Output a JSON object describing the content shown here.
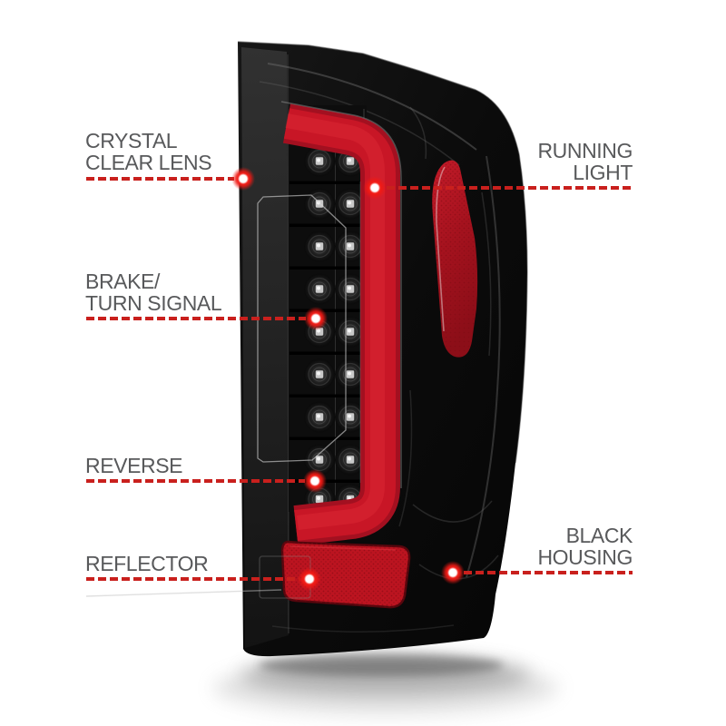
{
  "callouts": {
    "crystal_clear_lens": {
      "line1": "CRYSTAL",
      "line2": "CLEAR LENS"
    },
    "running_light": {
      "line1": "RUNNING",
      "line2": "LIGHT"
    },
    "brake_turn_signal": {
      "line1": "BRAKE/",
      "line2": "TURN SIGNAL"
    },
    "reverse": {
      "line1": "REVERSE"
    },
    "reflector": {
      "line1": "REFLECTOR"
    },
    "black_housing": {
      "line1": "BLACK",
      "line2": "HOUSING"
    }
  },
  "colors": {
    "background": "#ffffff",
    "label_text": "#58595b",
    "leader_line_red": "#c9201d",
    "marker_core": "#ffffff",
    "marker_glow": "#f3201a",
    "housing_black": "#0a0a0a",
    "light_bar_red": "#c81626",
    "reflector_red": "#bc1420"
  }
}
